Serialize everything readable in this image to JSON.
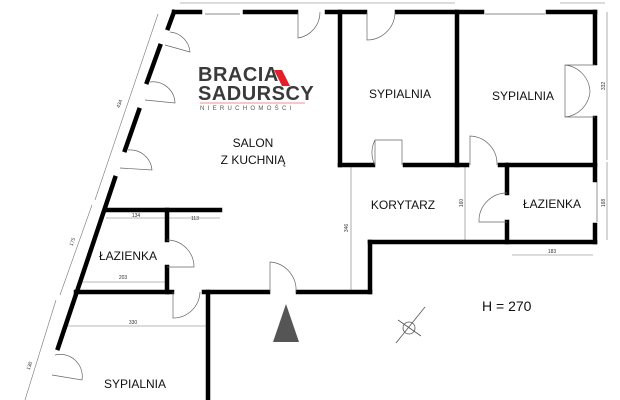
{
  "logo": {
    "line1": "BRACIA",
    "line2": "SADURSCY",
    "tagline": "NIERUCHOMOŚCI",
    "accent_color": "#e3202a"
  },
  "rooms": [
    {
      "id": "salon",
      "label": "SALON\nZ KUCHNIĄ",
      "line1": "SALON",
      "line2": "Z KUCHNIĄ"
    },
    {
      "id": "sypialnia-1",
      "label": "SYPIALNIA"
    },
    {
      "id": "sypialnia-2",
      "label": "SYPIALNIA"
    },
    {
      "id": "korytarz",
      "label": "KORYTARZ"
    },
    {
      "id": "lazienka-1",
      "label": "ŁAZIENKA"
    },
    {
      "id": "lazienka-2",
      "label": "ŁAZIENKA"
    },
    {
      "id": "sypialnia-3",
      "label": "SYPIALNIA"
    }
  ],
  "dimensions": [
    "434",
    "175",
    "130",
    "134",
    "113",
    "203",
    "330",
    "346",
    "160",
    "183",
    "332",
    "168"
  ],
  "height_note": "H = 270",
  "icons": {
    "north": "north-arrow-icon",
    "compass": "compass-icon"
  }
}
